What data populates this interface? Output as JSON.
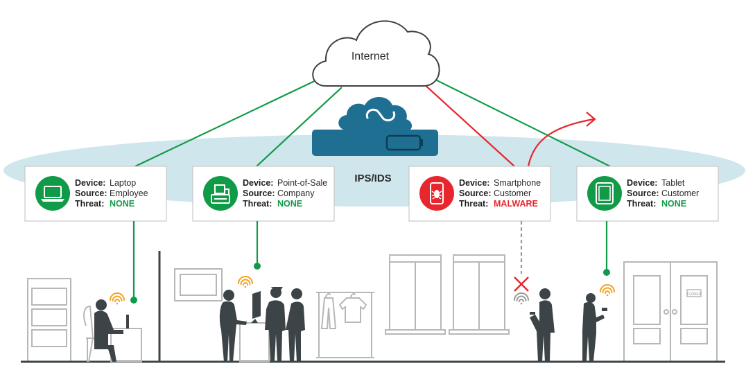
{
  "internet_label": "Internet",
  "ipsids_label": "IPS/IDS",
  "colors": {
    "safe": "#119a48",
    "danger": "#e8262d",
    "ellipse": "#cfe6ec",
    "appliance": "#1f6f92",
    "silhouette": "#3d4448",
    "wifi": "#f4a21c"
  },
  "cards": [
    {
      "icon": "laptop-icon",
      "device_label": "Device:",
      "device": "Laptop",
      "source_label": "Source:",
      "source": "Employee",
      "threat_label": "Threat:",
      "threat": "NONE",
      "status": "safe"
    },
    {
      "icon": "cash-register-icon",
      "device_label": "Device:",
      "device": "Point-of-Sale",
      "source_label": "Source:",
      "source": "Company",
      "threat_label": "Threat:",
      "threat": "NONE",
      "status": "safe"
    },
    {
      "icon": "infected-phone-icon",
      "device_label": "Device:",
      "device": "Smartphone",
      "source_label": "Source:",
      "source": "Customer",
      "threat_label": "Threat:",
      "threat": "MALWARE",
      "status": "danger"
    },
    {
      "icon": "tablet-icon",
      "device_label": "Device:",
      "device": "Tablet",
      "source_label": "Source:",
      "source": "Customer",
      "threat_label": "Threat:",
      "threat": "NONE",
      "status": "safe"
    }
  ],
  "door_sign": "CLOSED"
}
